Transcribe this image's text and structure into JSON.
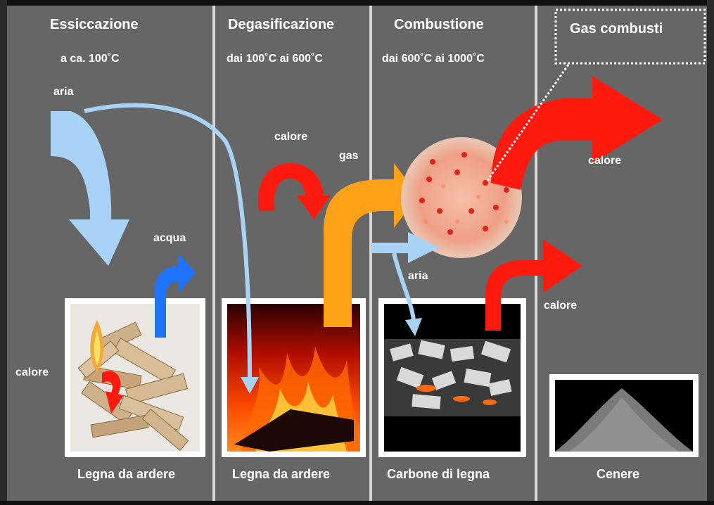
{
  "columns": {
    "drying": {
      "title": "Essiccazione",
      "temp": "a ca. 100˚C",
      "caption": "Legna da ardere"
    },
    "degassing": {
      "title": "Degasificazione",
      "temp": "dai 100˚C ai 600˚C",
      "caption": "Legna da ardere"
    },
    "combustion": {
      "title": "Combustione",
      "temp": "dai 600˚C ai 1000˚C",
      "caption": "Carbone di legna"
    },
    "flue": {
      "title": "Gas combusti",
      "caption": "Cenere"
    }
  },
  "labels": {
    "air_top": "aria",
    "water": "acqua",
    "heat_left": "calore",
    "heat_degassing": "calore",
    "gas": "gas",
    "air_combustion": "aria",
    "heat_flue_upper": "calore",
    "heat_flue_lower": "calore"
  },
  "colors": {
    "background": "#666666",
    "air": "#a9d3f6",
    "heat": "#ff1a0f",
    "gas": "#ffa21a",
    "water": "#1e73ff"
  }
}
